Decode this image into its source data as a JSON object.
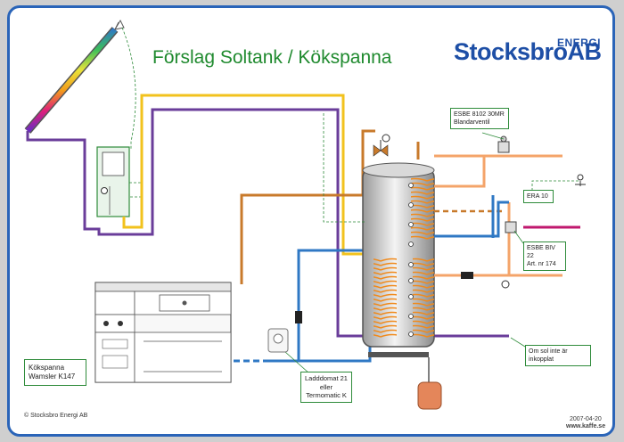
{
  "title": "Förslag Soltank / Kökspanna",
  "logo": {
    "main": "StocksbroAB",
    "superscript": "ENERGI"
  },
  "labels": {
    "esbe_valve": [
      "ESBE 8102 30MR",
      "Blandarventil"
    ],
    "era": "ERA 10",
    "esbe_biv": [
      "ESBE BIV 22",
      "Art. nr 174"
    ],
    "sol_note": [
      "Om sol inte är",
      "inkopplat"
    ],
    "stove": [
      "Kökspanna",
      "Wamsler K147"
    ],
    "laddomat": [
      "Ladddomat 21",
      "eller",
      "Termomatic K"
    ],
    "copyright": "© Stocksbro Energi AB",
    "date": "2007-04-20",
    "watermark": "www.kaffe.se"
  },
  "colors": {
    "frame": "#2a64b8",
    "title": "#1f8a2e",
    "logo": "#1e4fa6",
    "pipe_yellow": "#f2c21d",
    "pipe_purple": "#6a3d9a",
    "pipe_brown": "#c87a2b",
    "pipe_blue": "#2f78c4",
    "pipe_orange": "#f4a46a",
    "pipe_magenta": "#c0186e",
    "tank": "#6a6a6a",
    "coil": "#f08a1c",
    "expansion_vessel": "#e4865a"
  }
}
